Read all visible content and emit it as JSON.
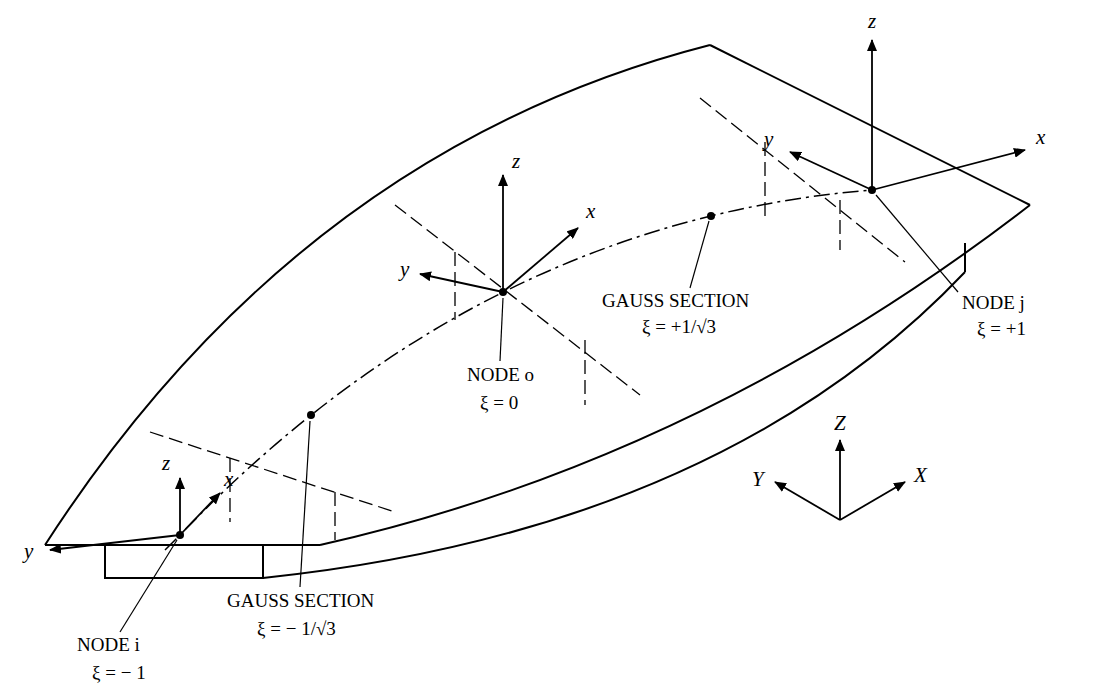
{
  "diagram": {
    "labels": [
      "z",
      "y",
      "x",
      "z",
      "x",
      "y",
      "NODE j",
      "ξ = +1",
      "GAUSS SECTION",
      "ξ = +1/√3",
      "Z",
      "NODE o",
      "ξ = 0",
      "Y",
      "X",
      "z",
      "x",
      "y",
      "GAUSS SECTION",
      "ξ = − 1/√3",
      "NODE i",
      "ξ = − 1"
    ]
  }
}
